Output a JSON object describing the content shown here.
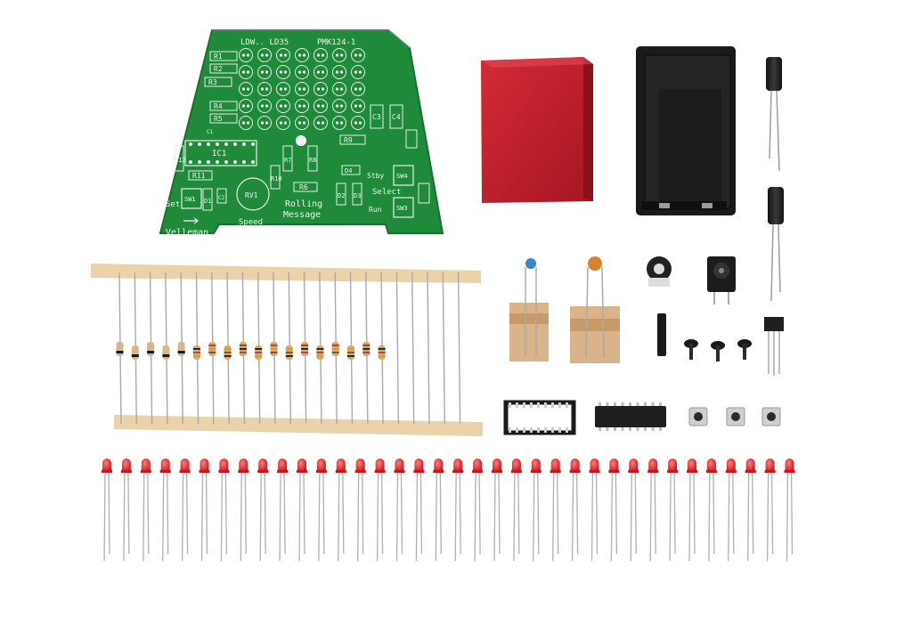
{
  "pcb": {
    "header_left": "LDW.. LD35",
    "header_right": "PMK124-1",
    "brand": "Velleman",
    "ic_label": "IC1",
    "rolling_line1": "Rolling",
    "rolling_line2": "Message",
    "speed_label": "Speed",
    "set_label": "Set",
    "select_label": "Select",
    "stby_label": "Stby",
    "run_label": "Run",
    "refs": {
      "r1": "R1",
      "r2": "R2",
      "r3": "R3",
      "r4": "R4",
      "r5": "R5",
      "r6": "R6",
      "r7": "R7",
      "r8": "R8",
      "r9": "R9",
      "r10": "R10",
      "r11": "R11",
      "r12": "R12",
      "c1": "C1",
      "c2": "C2",
      "c3": "C3",
      "c4": "C4",
      "rv1": "RV1",
      "sw1": "SW1",
      "sw3": "SW3",
      "sw4": "SW4",
      "d1": "D1",
      "d2": "D2",
      "d3": "D3",
      "d4": "D4"
    }
  },
  "colors": {
    "pcb_green": "#1f8a3a",
    "pcb_dark": "#16702e",
    "led_red": "#e0262b",
    "tape": "#e9cfa6",
    "battery_holder": "#1a1a1a",
    "red_filter": "#c8202d"
  }
}
